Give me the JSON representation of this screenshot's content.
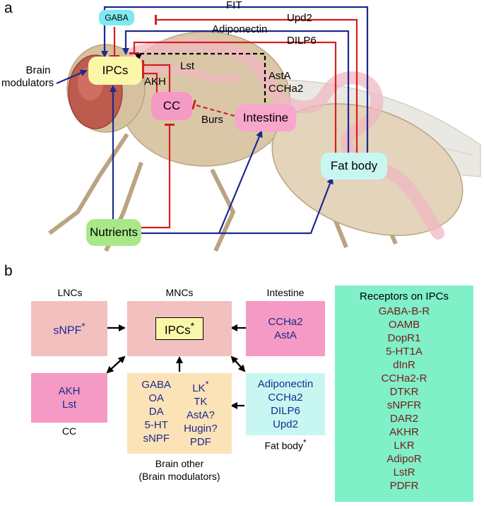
{
  "panel_a": {
    "label": "a",
    "nodes": {
      "gaba": "GABA",
      "ipcs": "IPCs",
      "cc": "CC",
      "intestine": "Intestine",
      "fat_body": "Fat body",
      "nutrients": "Nutrients"
    },
    "signals": {
      "fit": "FIT",
      "upd2": "Upd2",
      "adiponectin": "Adiponectin",
      "dilp6": "DILP6",
      "lst": "Lst",
      "akh": "AKH",
      "asta": "AstA",
      "ccha2": "CCHa2",
      "burs": "Burs",
      "brain_modulators_1": "Brain",
      "brain_modulators_2": "modulators"
    },
    "colors": {
      "stimulatory": "#1b2a8f",
      "inhibitory": "#d42020"
    }
  },
  "panel_b": {
    "label": "b",
    "lncs": {
      "title": "LNCs",
      "content": "sNPF",
      "star": "*"
    },
    "mncs": {
      "title": "MNCs",
      "content": "IPCs",
      "star": "*"
    },
    "intestine": {
      "title": "Intestine",
      "items": [
        "CCHa2",
        "AstA"
      ]
    },
    "cc": {
      "title": "CC",
      "items": [
        "AKH",
        "Lst"
      ]
    },
    "brain_other": {
      "title_1": "Brain other",
      "title_2": "(Brain modulators)",
      "col1": [
        "GABA",
        "OA",
        "DA",
        "5-HT",
        "sNPF"
      ],
      "col2_first": "LK",
      "col2_first_star": "*",
      "col2": [
        "TK",
        "AstA?",
        "Hugin?",
        "PDF"
      ]
    },
    "fat_body": {
      "title": "Fat body",
      "star": "*",
      "items": [
        "Adiponectin",
        "CCHa2",
        "DILP6",
        "Upd2"
      ]
    },
    "receptors": {
      "title": "Receptors on IPCs",
      "items": [
        "GABA-B-R",
        "OAMB",
        "DopR1",
        "5-HT1A",
        "dInR",
        "CCHa2-R",
        "DTKR",
        "sNPFR",
        "DAR2",
        "AKHR",
        "LKR",
        "AdipoR",
        "LstR",
        "PDFR"
      ]
    }
  }
}
